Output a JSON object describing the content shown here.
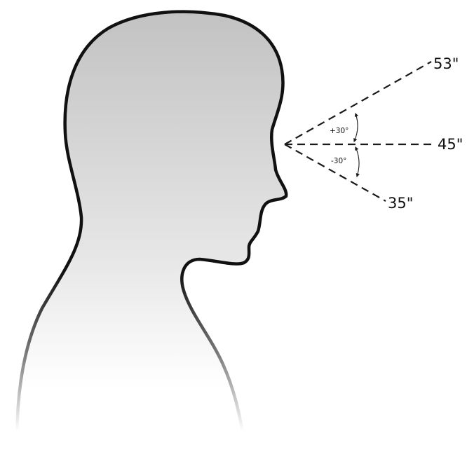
{
  "sight_lines": [
    {
      "id": "upper",
      "height_label": "53\"",
      "angle_label": "+30°"
    },
    {
      "id": "level",
      "height_label": "45\""
    },
    {
      "id": "lower",
      "height_label": "35\"",
      "angle_label": "-30°"
    }
  ],
  "colors": {
    "outline": "#111111",
    "fill_top": "#c4c4c4",
    "fill_bottom": "#ffffff",
    "lines": "#1a1a1a"
  }
}
